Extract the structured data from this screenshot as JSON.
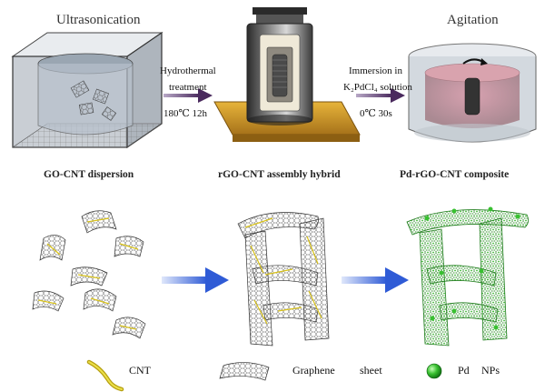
{
  "steps": {
    "ultrasonication": "Ultrasonication",
    "agitation": "Agitation"
  },
  "arrows": {
    "hydrothermal_line1": "Hydrothermal",
    "hydrothermal_line2": "treatment",
    "hydrothermal_cond": "180℃ 12h",
    "immersion_line1": "Immersion in",
    "immersion_line2": "K₂PdCl₄ solution",
    "immersion_cond": "0℃ 30s"
  },
  "captions": {
    "dispersion": "GO-CNT dispersion",
    "assembly": "rGO-CNT assembly hybrid",
    "composite": "Pd-rGO-CNT composite"
  },
  "legend": {
    "cnt": "CNT",
    "graphene": "Graphene",
    "sheet": "sheet",
    "pd": "Pd",
    "nps": "NPs"
  },
  "colors": {
    "process_arrow": "#4a2a5e",
    "flow_arrow": "#2f5bd6",
    "cnt_yellow": "#d8c21a",
    "pd_green": "#38c030",
    "gold_plate": "#c9931f"
  }
}
